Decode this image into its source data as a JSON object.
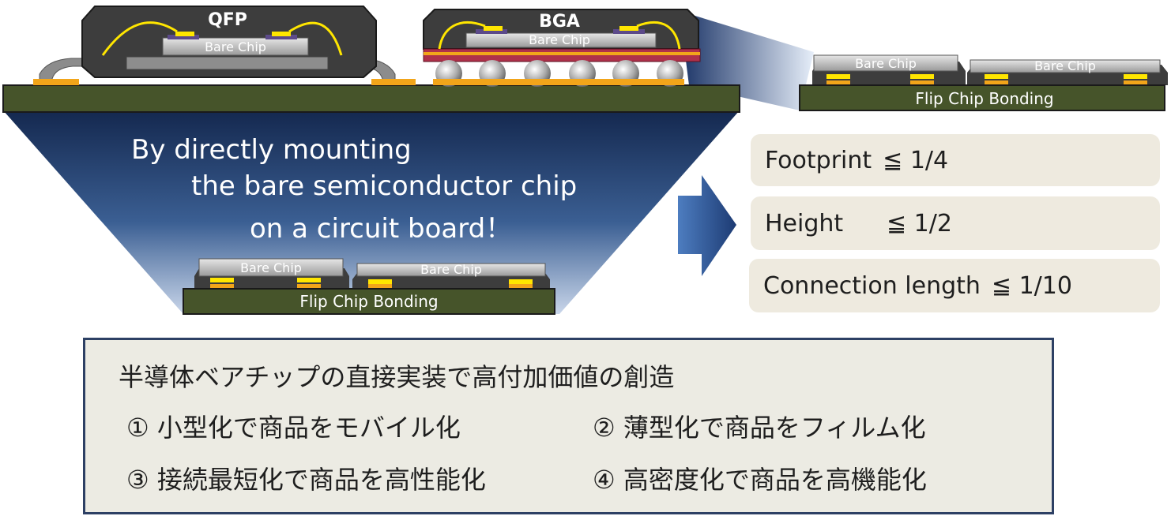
{
  "packages": {
    "qfp_label": "QFP",
    "bga_label": "BGA",
    "bare_chip_label": "Bare Chip",
    "flip_chip_label": "Flip Chip Bonding"
  },
  "headline": {
    "line1": "By directly mounting",
    "line2": "the bare semiconductor chip",
    "line3": "on a circuit board！"
  },
  "metrics": [
    {
      "label": "Footprint",
      "value": "≦ 1/4"
    },
    {
      "label": "Height",
      "value": "≦ 1/2"
    },
    {
      "label": "Connection length",
      "value": "≦ 1/10"
    }
  ],
  "summary": {
    "title": "半導体ベアチップの直接実装で高付加価値の創造",
    "items": [
      "① 小型化で商品をモバイル化",
      "② 薄型化で商品をフィルム化",
      "③ 接続最短化で商品を高性能化",
      "④ 高密度化で商品を高機能化"
    ]
  },
  "colors": {
    "board": "#46542a",
    "mold": "#3d3d3d",
    "pad": "#f2a51a",
    "wire": "#ffe600",
    "navy": "#14284f",
    "box_border": "#2d4064"
  }
}
